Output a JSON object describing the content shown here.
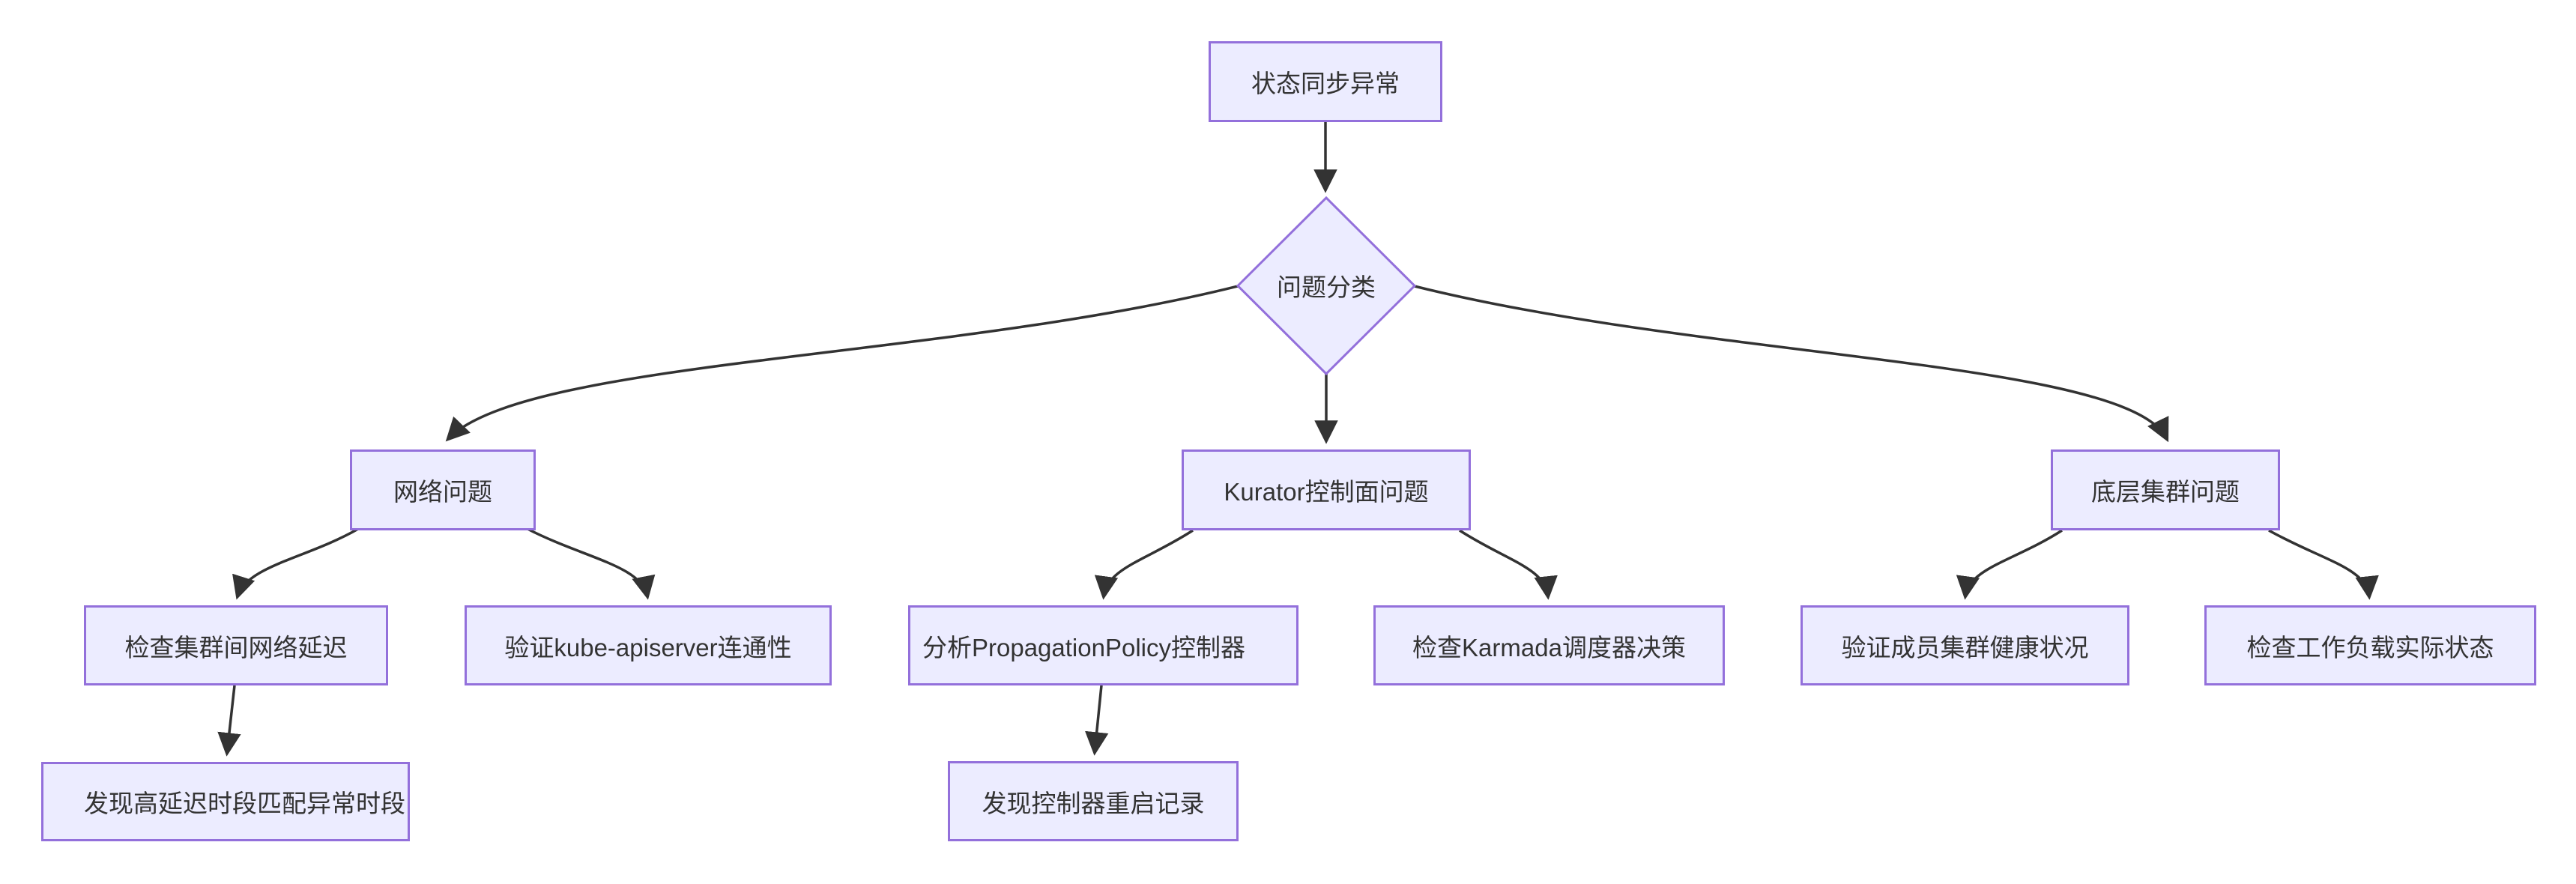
{
  "colors": {
    "background": "#ffffff",
    "node_fill": "#ECECFF",
    "node_border": "#9370DB",
    "text": "#333333",
    "edge": "#333333"
  },
  "nodes": {
    "root": {
      "label": "状态同步异常",
      "shape": "rect"
    },
    "classify": {
      "label": "问题分类",
      "shape": "diamond"
    },
    "network": {
      "label": "网络问题",
      "shape": "rect"
    },
    "kurator": {
      "label": "Kurator控制面问题",
      "shape": "rect"
    },
    "cluster": {
      "label": "底层集群问题",
      "shape": "rect"
    },
    "latency": {
      "label": "检查集群间网络延迟",
      "shape": "rect"
    },
    "apiserver": {
      "label": "验证kube-apiserver连通性",
      "shape": "rect"
    },
    "propagation": {
      "label": "分析PropagationPolicy控制器",
      "shape": "rect"
    },
    "karmada": {
      "label": "检查Karmada调度器决策",
      "shape": "rect"
    },
    "member": {
      "label": "验证成员集群健康状况",
      "shape": "rect"
    },
    "workload": {
      "label": "检查工作负载实际状态",
      "shape": "rect"
    },
    "highlatency": {
      "label": "发现高延迟时段匹配异常时段",
      "shape": "rect"
    },
    "restart": {
      "label": "发现控制器重启记录",
      "shape": "rect"
    }
  },
  "edges": [
    {
      "from": "root",
      "to": "classify"
    },
    {
      "from": "classify",
      "to": "network"
    },
    {
      "from": "classify",
      "to": "kurator"
    },
    {
      "from": "classify",
      "to": "cluster"
    },
    {
      "from": "network",
      "to": "latency"
    },
    {
      "from": "network",
      "to": "apiserver"
    },
    {
      "from": "latency",
      "to": "highlatency"
    },
    {
      "from": "kurator",
      "to": "propagation"
    },
    {
      "from": "kurator",
      "to": "karmada"
    },
    {
      "from": "propagation",
      "to": "restart"
    },
    {
      "from": "cluster",
      "to": "member"
    },
    {
      "from": "cluster",
      "to": "workload"
    }
  ]
}
